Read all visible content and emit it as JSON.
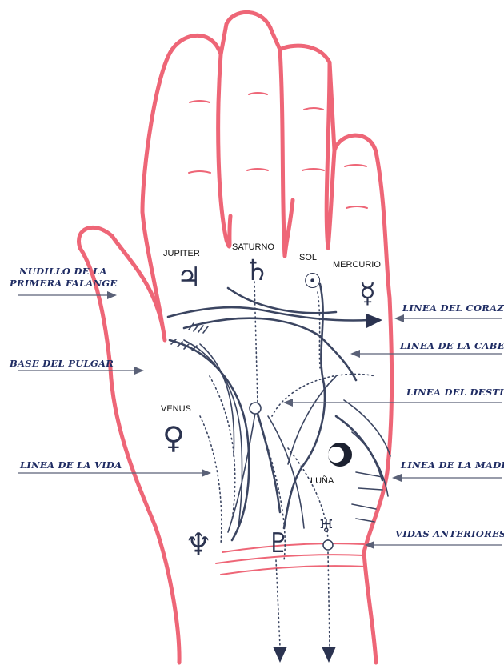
{
  "diagram": {
    "planets": {
      "jupiter": "JUPITER",
      "saturno": "SATURNO",
      "sol": "SOL",
      "mercurio": "MERCURIO",
      "venus": "VENUS",
      "luna": "LUÑA"
    },
    "callouts": {
      "nudillo_1": "NUDILLO DE LA",
      "nudillo_2": "PRIMERA FALANGE",
      "base_pulgar": "BASE DEL PULGAR",
      "linea_vida": "LINEA DE LA VIDA",
      "linea_corazon": "LINEA DEL CORAZÓN",
      "linea_cabeza": "LINEA DE LA CABEZA",
      "linea_destino": "LINEA DEL DESTINO",
      "linea_madre": "LINEA DE LA MADRE",
      "vidas_anteriores": "VIDAS ANTERIORES"
    },
    "symbols": {
      "jupiter": "♃",
      "saturno": "♄",
      "sol": "☉",
      "mercurio": "☿",
      "venus": "♀",
      "neptuno": "♆",
      "pluton": "♇",
      "urano": "♅"
    },
    "colors": {
      "outline": "#ee6677",
      "lines": "#3b4561",
      "labels": "#1f2c63"
    }
  }
}
